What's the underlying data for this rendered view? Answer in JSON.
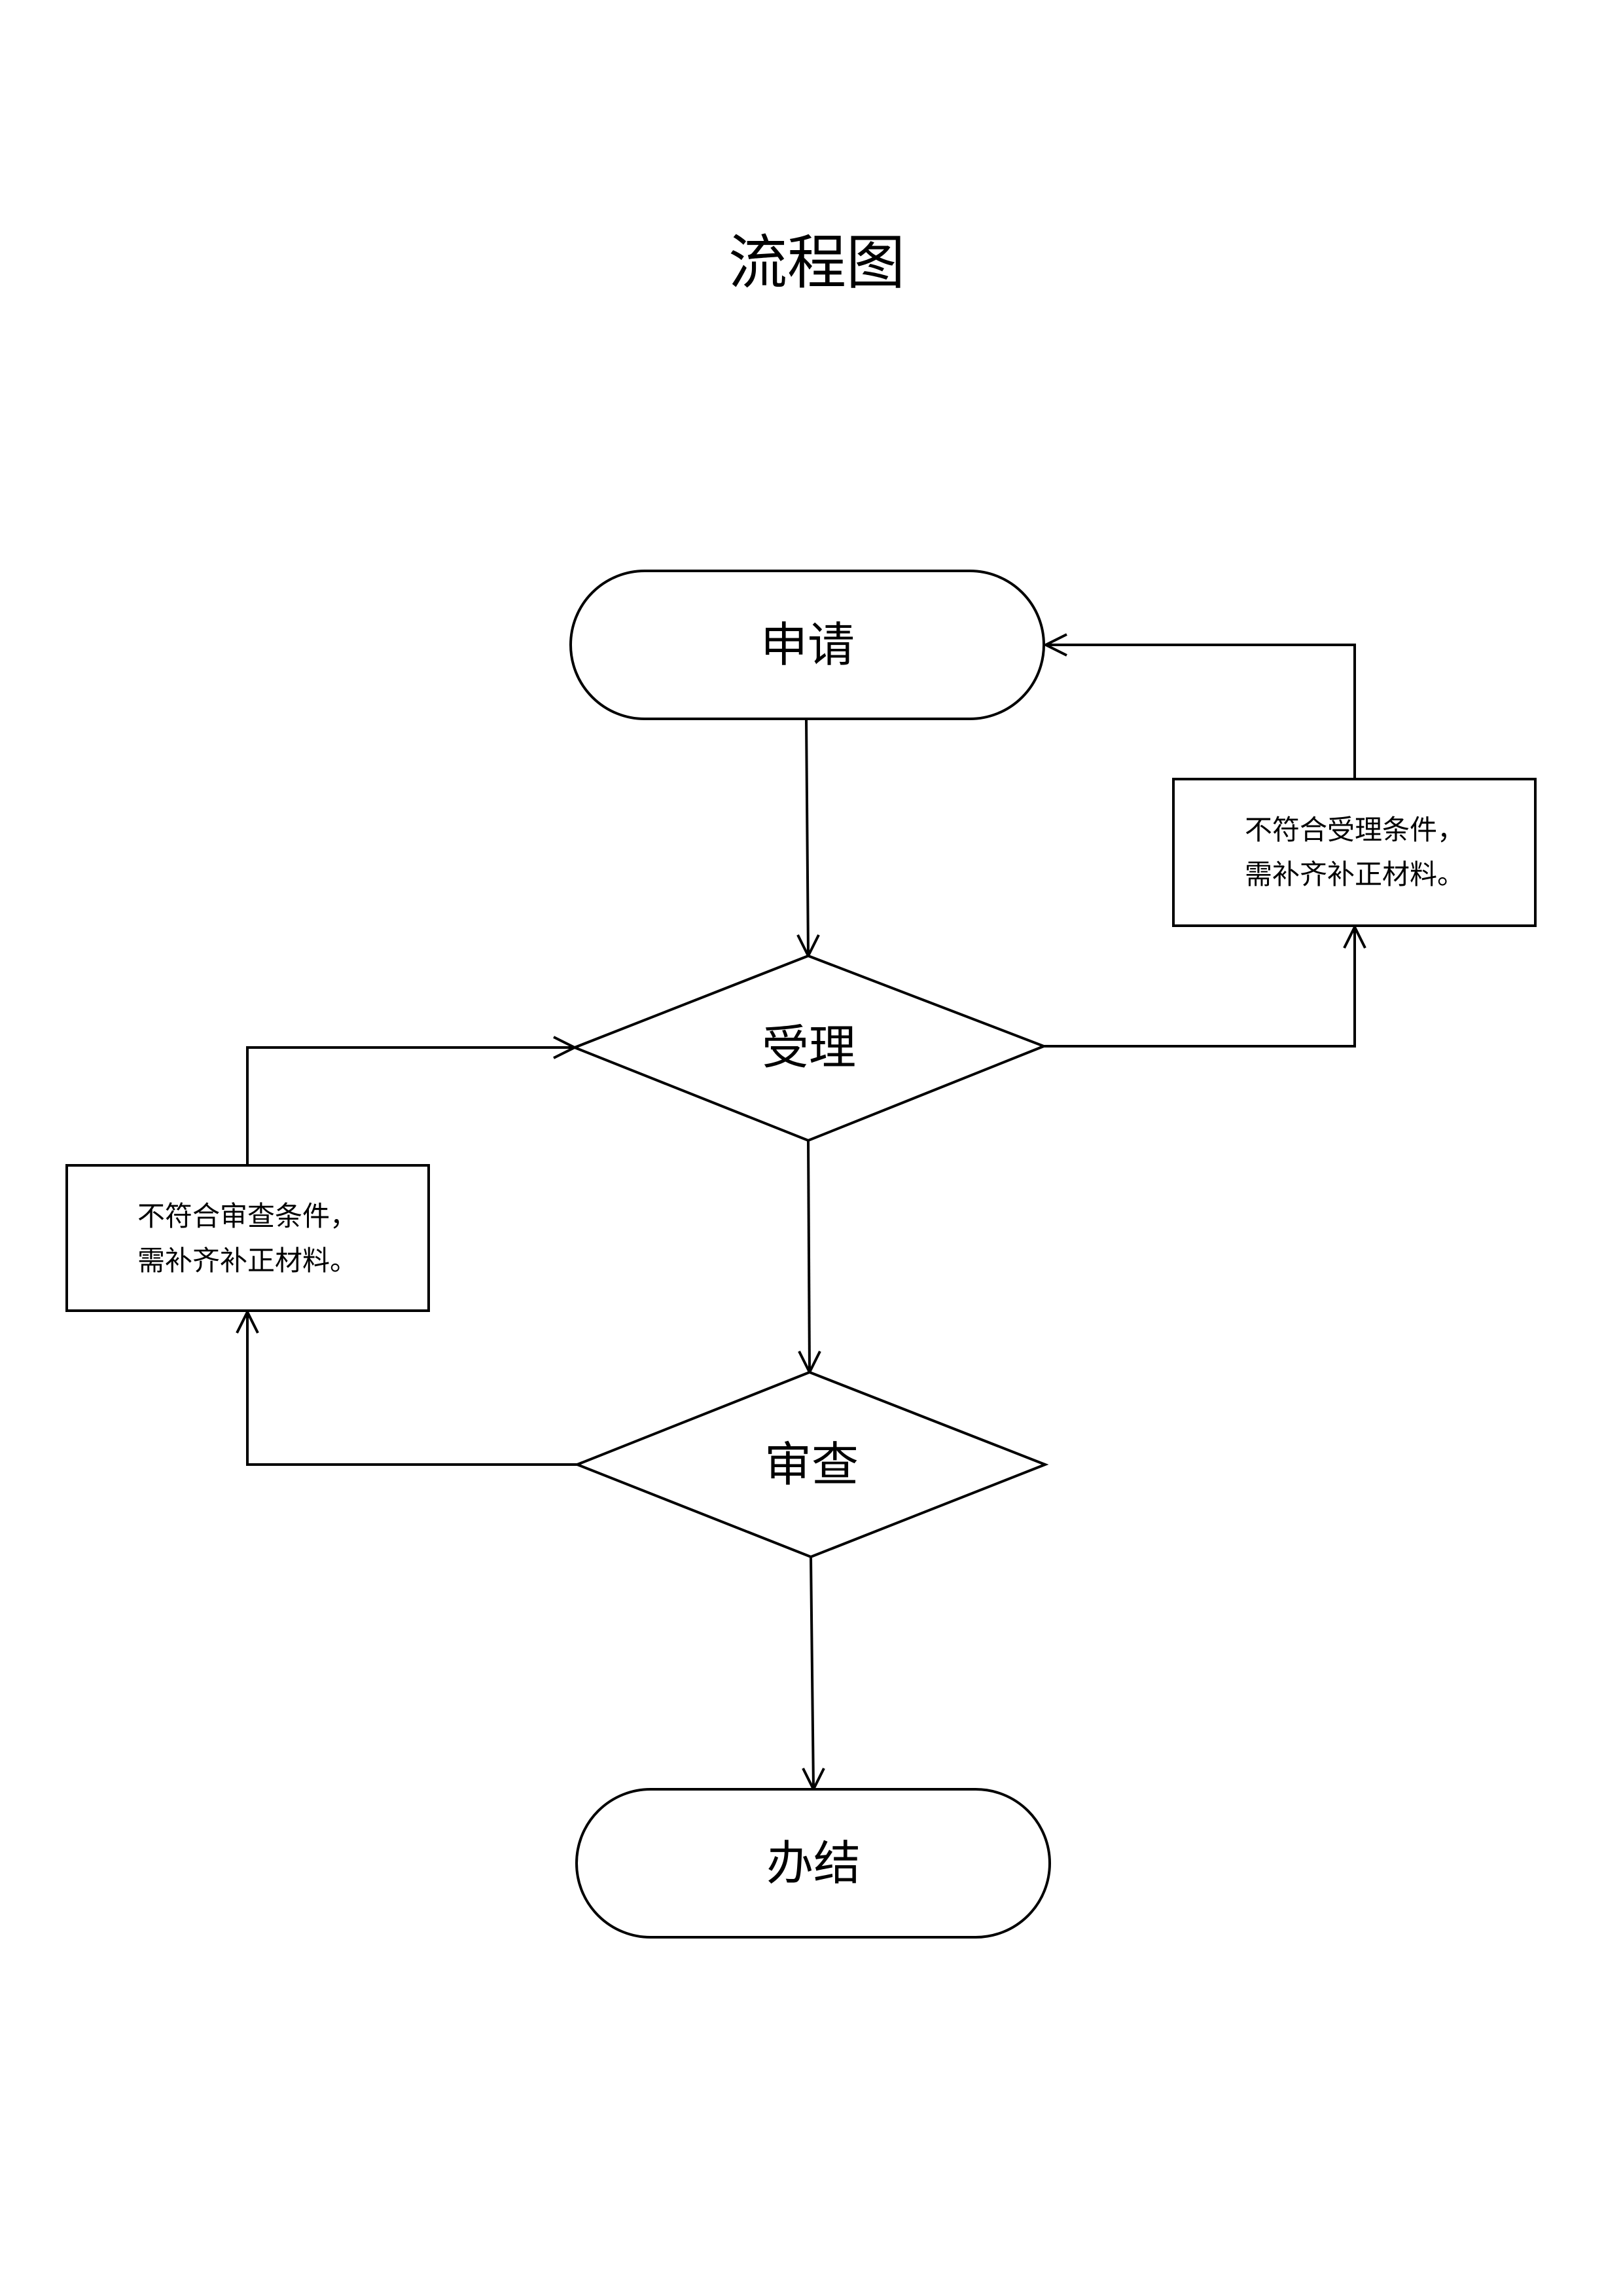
{
  "title": "流程图",
  "nodes": {
    "apply": "申请",
    "accept": "受理",
    "review": "审查",
    "complete": "办结"
  },
  "notes": {
    "accept_reject": {
      "line1": "不符合受理条件，",
      "line2": "需补齐补正材料。"
    },
    "review_reject": {
      "line1": "不符合审查条件，",
      "line2": "需补齐补正材料。"
    }
  }
}
